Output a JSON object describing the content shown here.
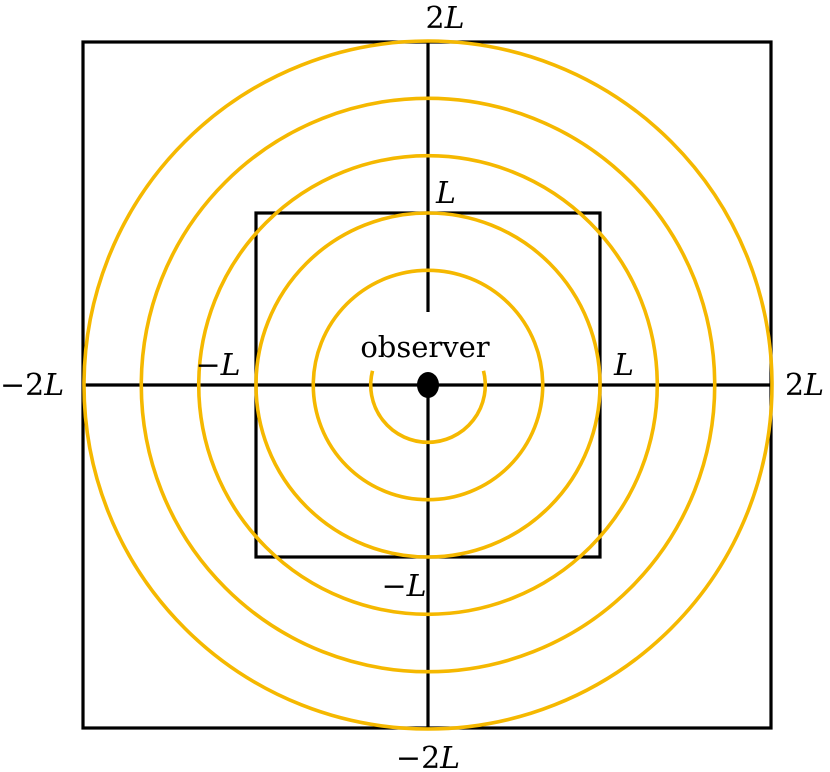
{
  "diagram": {
    "colors": {
      "lines": "#000000",
      "circles": "#F5B800",
      "observer_dot": "#000000",
      "background": "#ffffff"
    },
    "observer_label": "observer",
    "axis_labels": {
      "top_outer": {
        "sign": "",
        "coef": "2",
        "sym": "L"
      },
      "bottom_outer": {
        "sign": "−",
        "coef": "2",
        "sym": "L"
      },
      "left_outer": {
        "sign": "−",
        "coef": "2",
        "sym": "L"
      },
      "right_outer": {
        "sign": "",
        "coef": "2",
        "sym": "L"
      },
      "top_inner": {
        "sign": "",
        "coef": "",
        "sym": "L"
      },
      "bottom_inner": {
        "sign": "−",
        "coef": "",
        "sym": "L"
      },
      "left_inner": {
        "sign": "−",
        "coef": "",
        "sym": "L"
      },
      "right_inner": {
        "sign": "",
        "coef": "",
        "sym": "L"
      }
    },
    "wavefront_radii_in_L": [
      0.333,
      0.667,
      1.0,
      1.333,
      1.667,
      2.0
    ],
    "innermost_wavefront_open_top": true
  }
}
